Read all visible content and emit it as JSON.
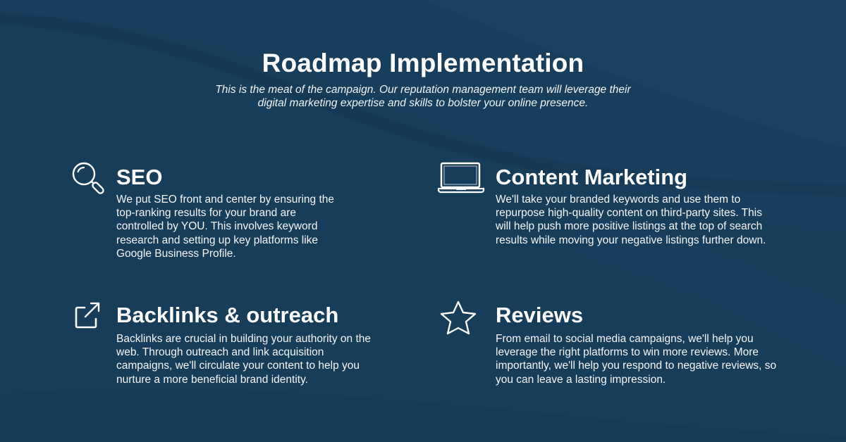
{
  "header": {
    "title": "Roadmap Implementation",
    "subtitle_line1": "This is the meat of the campaign. Our reputation management team will leverage their",
    "subtitle_line2": "digital marketing expertise and skills to bolster your online presence."
  },
  "features": [
    {
      "icon": "magnifying-glass-icon",
      "title": "SEO",
      "body": "We put SEO front and center by ensuring the top-ranking results for your brand are controlled by YOU. This involves keyword research and setting up key platforms like Google Business Profile."
    },
    {
      "icon": "laptop-icon",
      "title": "Content Marketing",
      "body": "We'll take your branded keywords and use them to repurpose high-quality content on third-party sites. This will help push more positive listings at the top of search results while moving your negative listings further down."
    },
    {
      "icon": "external-link-icon",
      "title": "Backlinks & outreach",
      "body": "Backlinks are crucial in building your authority on the web. Through outreach and link acquisition campaigns, we'll circulate your content to help you nurture a more beneficial brand identity."
    },
    {
      "icon": "star-icon",
      "title": "Reviews",
      "body": "From email to social media campaigns, we'll help you leverage the right platforms to win more reviews. More importantly, we'll help you respond to negative reviews, so you can leave a lasting impression."
    }
  ],
  "colors": {
    "background": "#163d5a",
    "text": "#ffffff"
  }
}
